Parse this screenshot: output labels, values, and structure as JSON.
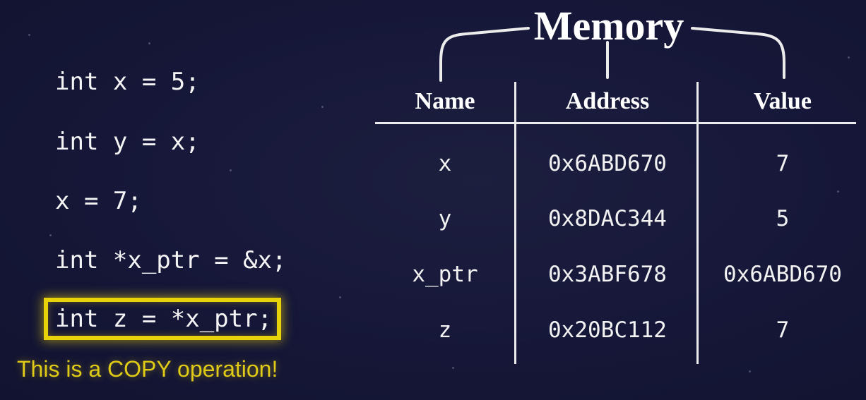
{
  "code": {
    "lines": [
      "int x = 5;",
      "int y = x;",
      "x = 7;",
      "int *x_ptr = &x;",
      "int z = *x_ptr;"
    ],
    "highlighted_line_index": 4,
    "callout": "This is a COPY operation!"
  },
  "memory": {
    "title": "Memory",
    "headers": [
      "Name",
      "Address",
      "Value"
    ],
    "rows": [
      {
        "name": "x",
        "address": "0x6ABD670",
        "value": "7"
      },
      {
        "name": "y",
        "address": "0x8DAC344",
        "value": "5"
      },
      {
        "name": "x_ptr",
        "address": "0x3ABF678",
        "value": "0x6ABD670"
      },
      {
        "name": "z",
        "address": "0x20BC112",
        "value": "7"
      }
    ]
  },
  "colors": {
    "background": "#17183a",
    "highlight": "#e8d20a",
    "callout_text": "#e0cb16",
    "foreground": "#f2f2f2"
  }
}
